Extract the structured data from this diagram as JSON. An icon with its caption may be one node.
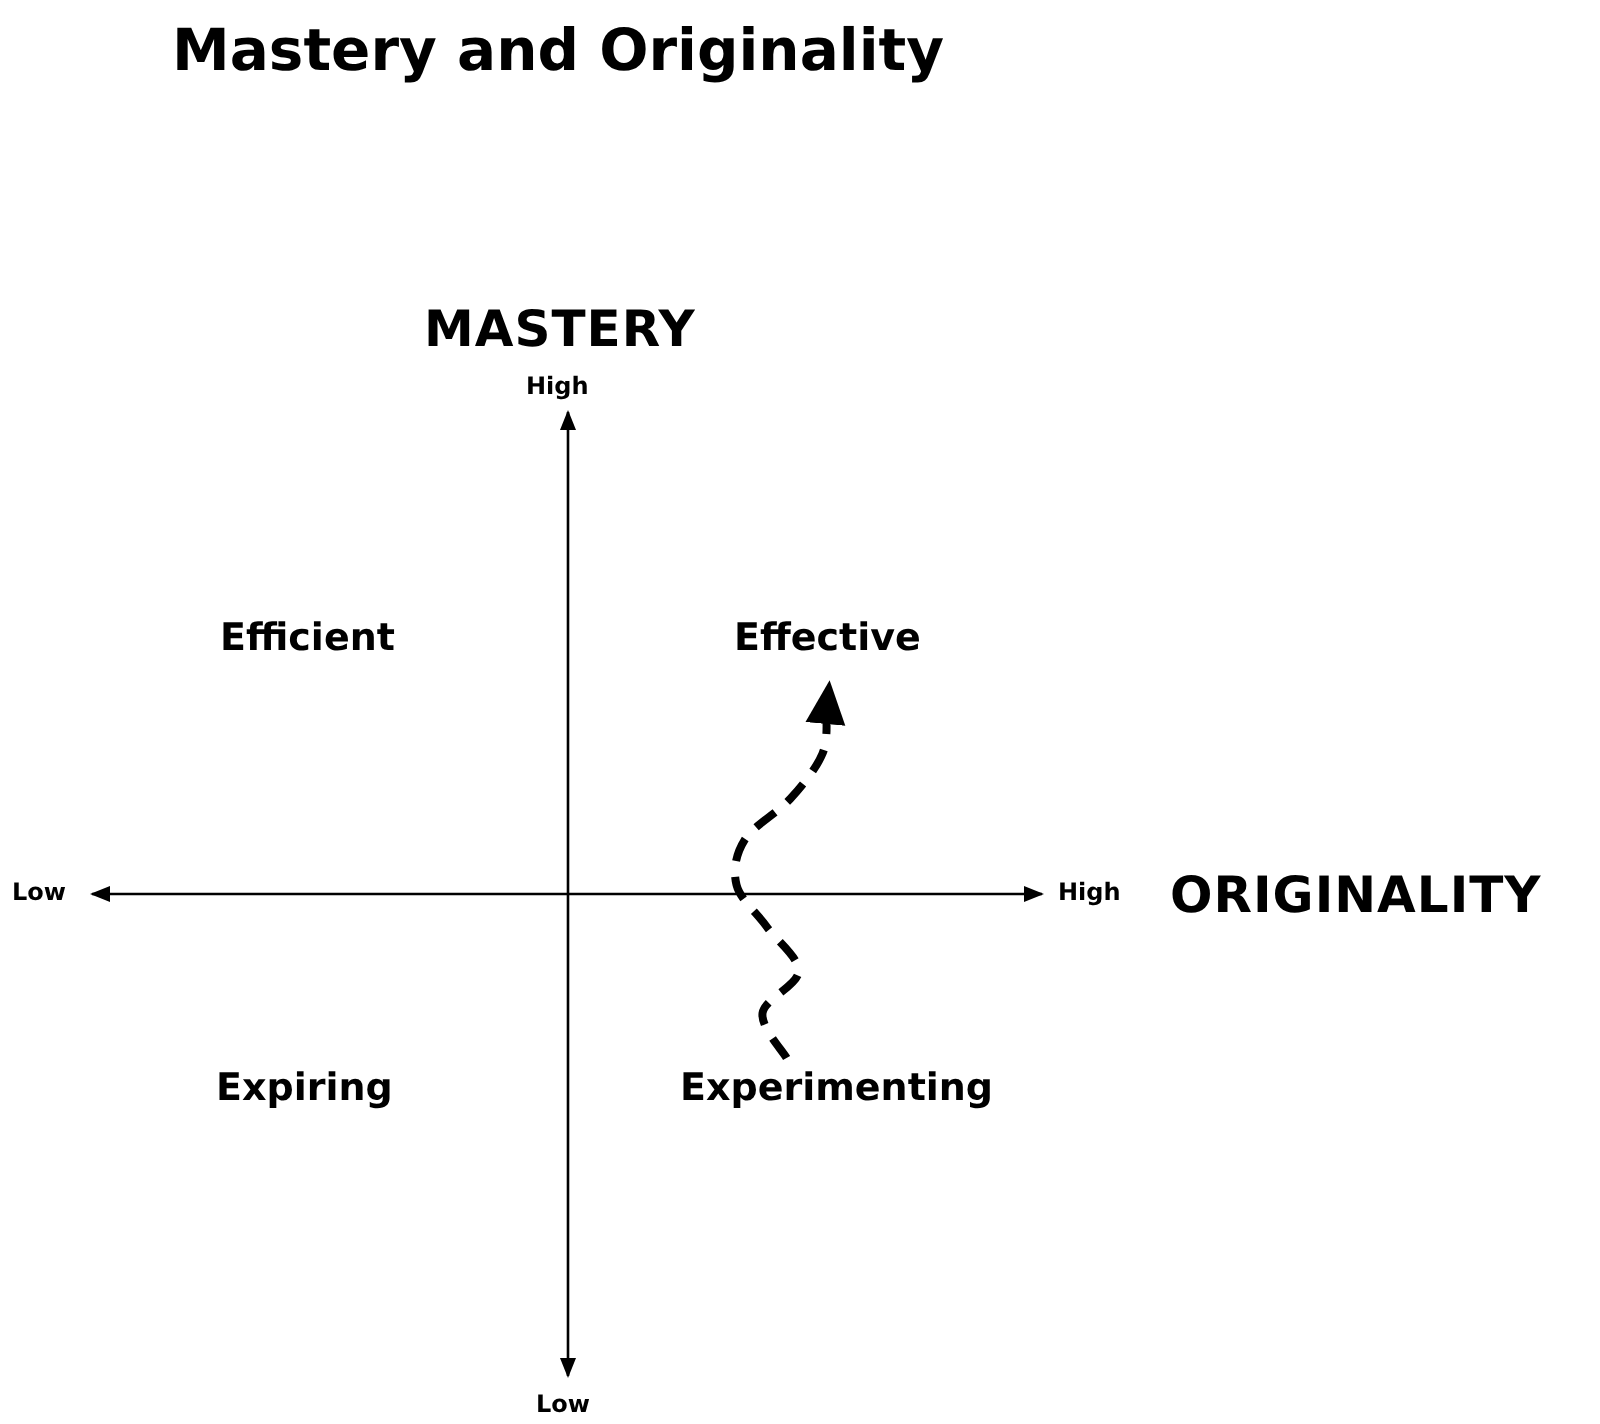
{
  "diagram": {
    "title": "Mastery and Originality",
    "nodes": [
      {
        "text": [
          "Efficient"
        ]
      },
      {
        "text": [
          "Effective"
        ]
      },
      {
        "text": [
          "Expiring"
        ]
      },
      {
        "text": [
          "Experimenting"
        ]
      }
    ],
    "edges": [
      {
        "from": 3,
        "to": 1,
        "arrow": "to",
        "style": "dashed"
      }
    ],
    "labels": [
      "MASTERY",
      "High",
      "Low",
      "High",
      "ORIGINALITY",
      "Low"
    ]
  }
}
